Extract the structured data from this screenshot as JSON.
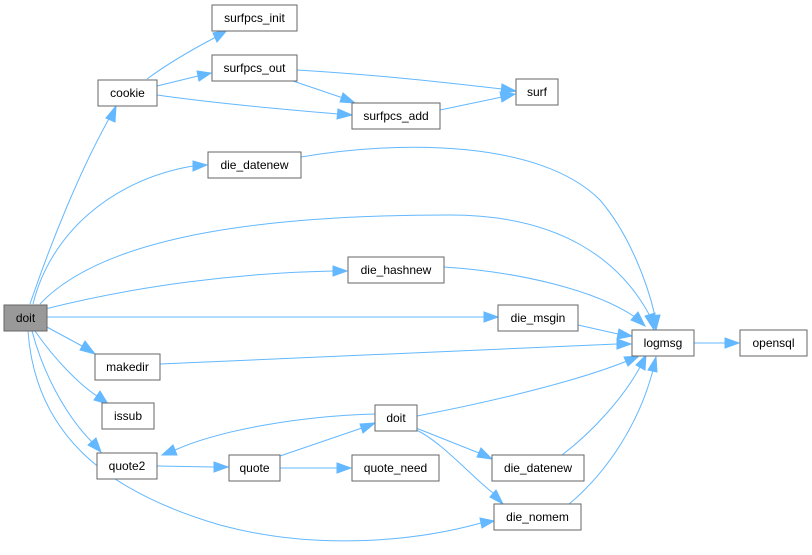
{
  "colors": {
    "edge": "#63b8ff",
    "node_border": "#666666",
    "root_fill": "#999999",
    "node_fill": "#ffffff"
  },
  "nodes": {
    "doit_root": "doit",
    "cookie": "cookie",
    "surfpcs_init": "surfpcs_init",
    "surfpcs_out": "surfpcs_out",
    "surfpcs_add": "surfpcs_add",
    "surf": "surf",
    "die_datenew_top": "die_datenew",
    "die_hashnew": "die_hashnew",
    "die_msgin": "die_msgin",
    "logmsg": "logmsg",
    "opensql": "opensql",
    "makedir": "makedir",
    "issub": "issub",
    "quote2": "quote2",
    "quote": "quote",
    "quote_need": "quote_need",
    "doit_inner": "doit",
    "die_datenew_bottom": "die_datenew",
    "die_nomem": "die_nomem"
  },
  "edges": [
    [
      "doit_root",
      "cookie"
    ],
    [
      "doit_root",
      "die_datenew_top"
    ],
    [
      "doit_root",
      "logmsg"
    ],
    [
      "doit_root",
      "die_hashnew"
    ],
    [
      "doit_root",
      "die_msgin"
    ],
    [
      "doit_root",
      "makedir"
    ],
    [
      "doit_root",
      "issub"
    ],
    [
      "doit_root",
      "quote2"
    ],
    [
      "doit_root",
      "die_nomem"
    ],
    [
      "cookie",
      "surfpcs_init"
    ],
    [
      "cookie",
      "surfpcs_out"
    ],
    [
      "cookie",
      "surfpcs_add"
    ],
    [
      "surfpcs_out",
      "surf"
    ],
    [
      "surfpcs_out",
      "surfpcs_add"
    ],
    [
      "surfpcs_add",
      "surf"
    ],
    [
      "die_datenew_top",
      "logmsg"
    ],
    [
      "die_hashnew",
      "logmsg"
    ],
    [
      "die_msgin",
      "logmsg"
    ],
    [
      "makedir",
      "logmsg"
    ],
    [
      "logmsg",
      "opensql"
    ],
    [
      "quote2",
      "quote"
    ],
    [
      "quote",
      "doit_inner"
    ],
    [
      "quote",
      "quote_need"
    ],
    [
      "doit_inner",
      "quote2"
    ],
    [
      "doit_inner",
      "logmsg"
    ],
    [
      "doit_inner",
      "die_datenew_bottom"
    ],
    [
      "doit_inner",
      "die_nomem"
    ],
    [
      "die_datenew_bottom",
      "logmsg"
    ],
    [
      "die_nomem",
      "logmsg"
    ]
  ]
}
